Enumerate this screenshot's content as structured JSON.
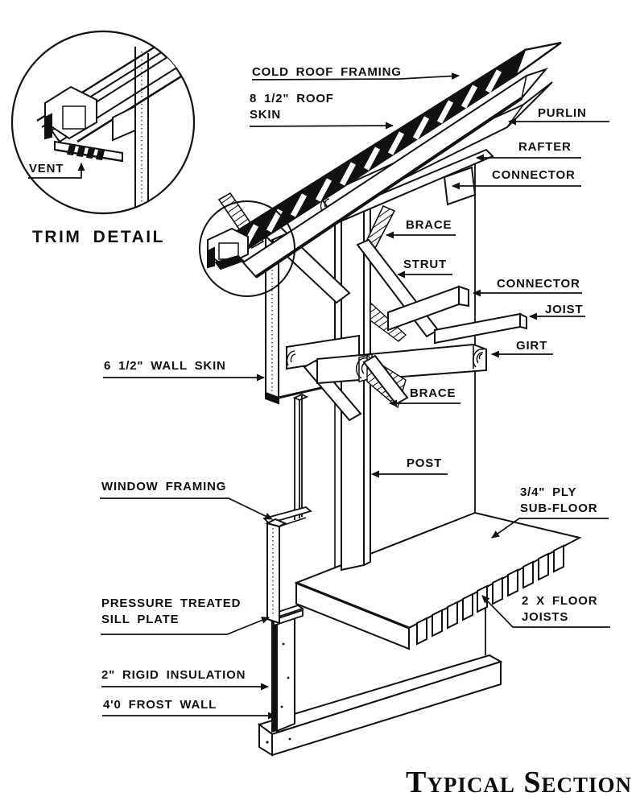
{
  "drawing": {
    "title": "Typical Section",
    "ink_color": "#111111",
    "paper_color": "#ffffff",
    "trim_detail": {
      "vent": "VENT",
      "caption": "TRIM DETAIL"
    },
    "labels": {
      "cold_roof_framing": "COLD ROOF FRAMING",
      "roof_skin": "8 1/2\" ROOF\nSKIN",
      "purlin": "PURLIN",
      "rafter": "RAFTER",
      "connector_top": "CONNECTOR",
      "brace_top": "BRACE",
      "strut": "STRUT",
      "connector_mid": "CONNECTOR",
      "joist": "JOIST",
      "girt": "GIRT",
      "brace_bottom": "BRACE",
      "wall_skin": "6 1/2\" WALL SKIN",
      "post": "POST",
      "window_framing": "WINDOW FRAMING",
      "sub_floor": "3/4\" PLY\nSUB-FLOOR",
      "floor_joists": "2 X FLOOR\nJOISTS",
      "sill_plate": "PRESSURE TREATED\nSILL PLATE",
      "rigid_insulation": "2\" RIGID INSULATION",
      "frost_wall": "4'0 FROST WALL"
    }
  }
}
